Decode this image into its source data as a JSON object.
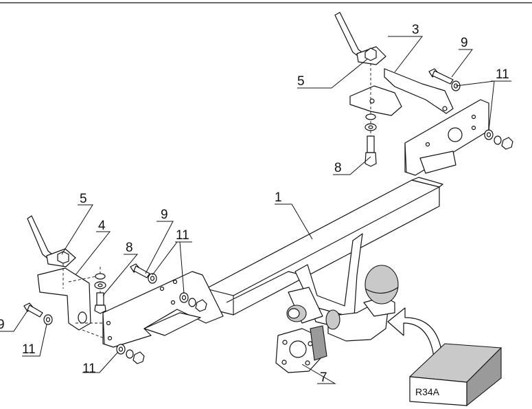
{
  "callouts": {
    "tow_bar": "1",
    "bracket_right": "3",
    "bracket_left": "4",
    "clamp_right": "5",
    "clamp_left": "5",
    "socket_plate": "7",
    "bolt_right": "8",
    "bolt_left": "8",
    "bolt_top_right": "9",
    "bolt_left_mid": "9",
    "bolt_far_left": "9",
    "washer_right": "11",
    "washer_left_mid": "11",
    "washer_far_left": "11",
    "washer_bottom": "11"
  },
  "box_code": "R34A"
}
